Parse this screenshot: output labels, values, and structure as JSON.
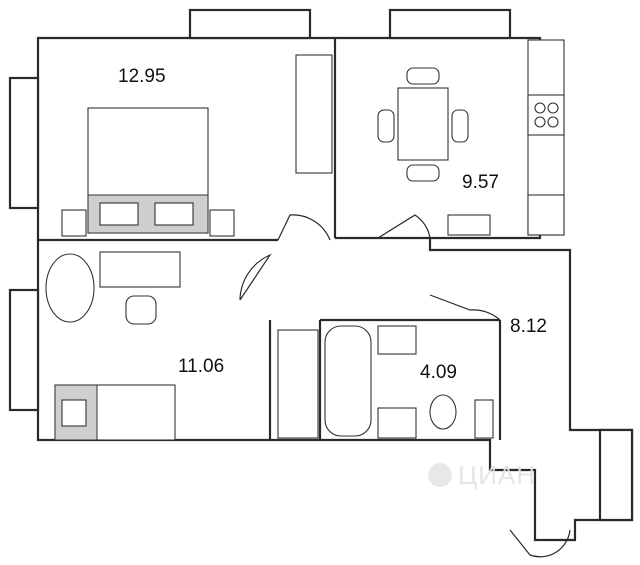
{
  "rooms": [
    {
      "id": "bedroom",
      "area": "12.95"
    },
    {
      "id": "kitchen",
      "area": "9.57"
    },
    {
      "id": "room",
      "area": "11.06"
    },
    {
      "id": "bathroom",
      "area": "4.09"
    },
    {
      "id": "hallway",
      "area": "8.12"
    }
  ],
  "watermark": {
    "text": "ЦИАН"
  },
  "colors": {
    "wall": "#2a2a2a",
    "furniture_fill": "#cfcfcf",
    "background": "#ffffff"
  },
  "icons": {
    "watermark_logo": "cian-logo-icon"
  }
}
